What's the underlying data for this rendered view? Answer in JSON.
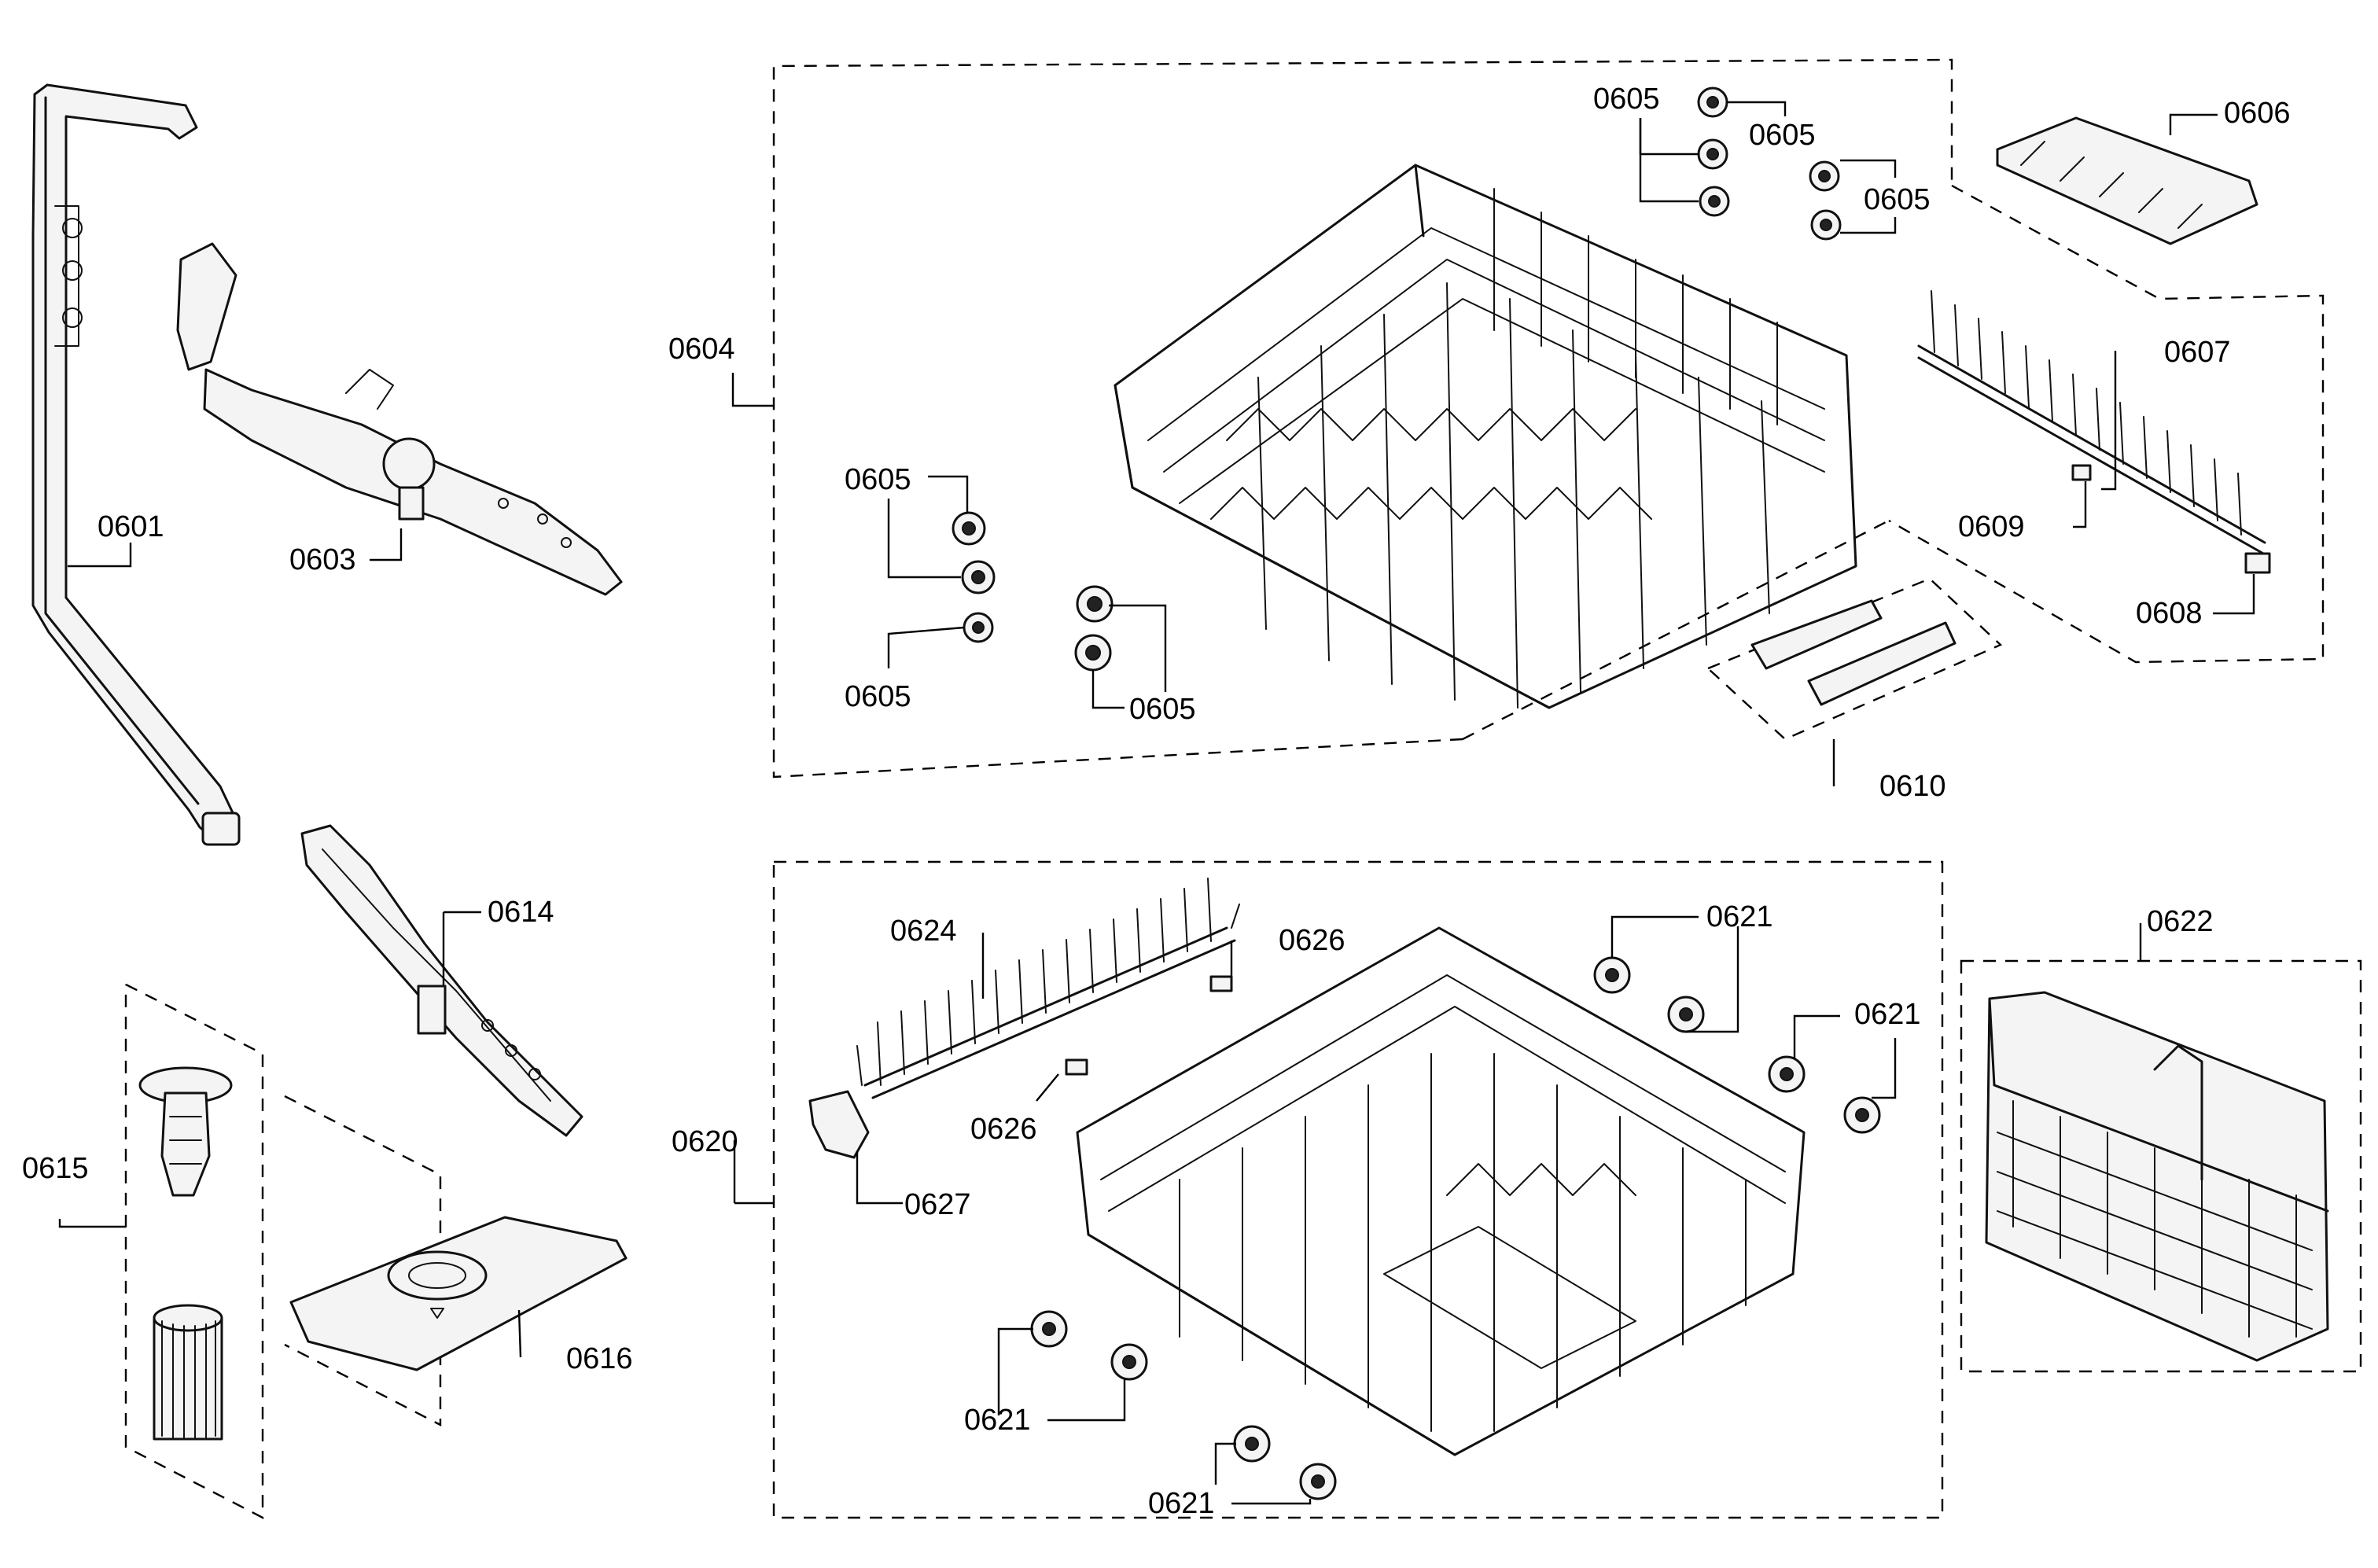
{
  "parts": {
    "p0601": "0601",
    "p0603": "0603",
    "p0604": "0604",
    "p0605": "0605",
    "p0606": "0606",
    "p0607": "0607",
    "p0608": "0608",
    "p0609": "0609",
    "p0610": "0610",
    "p0614": "0614",
    "p0615": "0615",
    "p0616": "0616",
    "p0620": "0620",
    "p0621": "0621",
    "p0622": "0622",
    "p0624": "0624",
    "p0626": "0626",
    "p0627": "0627"
  }
}
